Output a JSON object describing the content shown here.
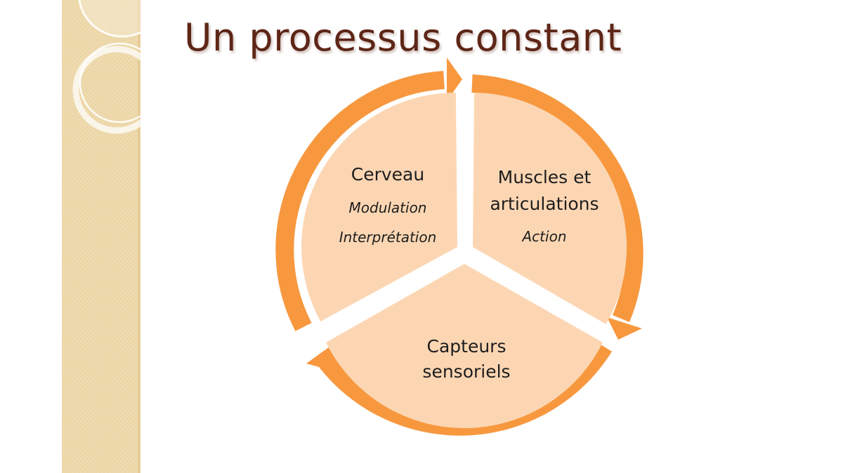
{
  "slide": {
    "title": "Un processus constant"
  },
  "diagram": {
    "type": "cycle",
    "segments": [
      {
        "name": "cerveau",
        "lines": [
          "Cerveau"
        ],
        "sub_lines": [
          "Modulation",
          "Interprétation"
        ]
      },
      {
        "name": "muscles",
        "lines": [
          "Muscles et",
          "articulations"
        ],
        "sub_lines": [
          "Action"
        ]
      },
      {
        "name": "capteurs",
        "lines": [
          "Capteurs",
          "sensoriels"
        ],
        "sub_lines": []
      }
    ]
  },
  "colors": {
    "title": "#5e2617",
    "segment_fill": "#fcd6b3",
    "arrow": "#f7983f",
    "band": "#efdcb1",
    "band_stripe": "#e8cf9a",
    "ring": "#ffffff"
  }
}
